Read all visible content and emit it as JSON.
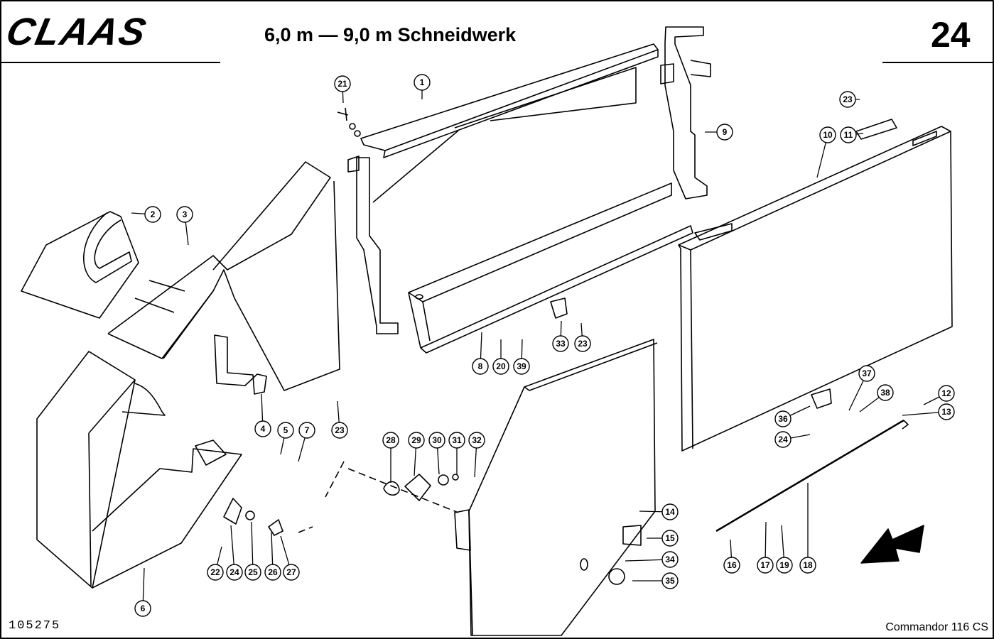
{
  "header": {
    "brand": "CLAAS",
    "title": "6,0 m — 9,0 m Schneidwerk",
    "page_number": "24"
  },
  "footer": {
    "doc_number": "105275",
    "model": "Commandor 116 CS"
  },
  "callouts": [
    "1",
    "2",
    "3",
    "4",
    "5",
    "6",
    "7",
    "8",
    "9",
    "10",
    "11",
    "12",
    "13",
    "14",
    "15",
    "16",
    "17",
    "18",
    "19",
    "20",
    "21",
    "22",
    "23",
    "23",
    "23",
    "24",
    "24",
    "25",
    "26",
    "27",
    "28",
    "29",
    "30",
    "31",
    "32",
    "33",
    "34",
    "35",
    "36",
    "37",
    "38",
    "39"
  ]
}
